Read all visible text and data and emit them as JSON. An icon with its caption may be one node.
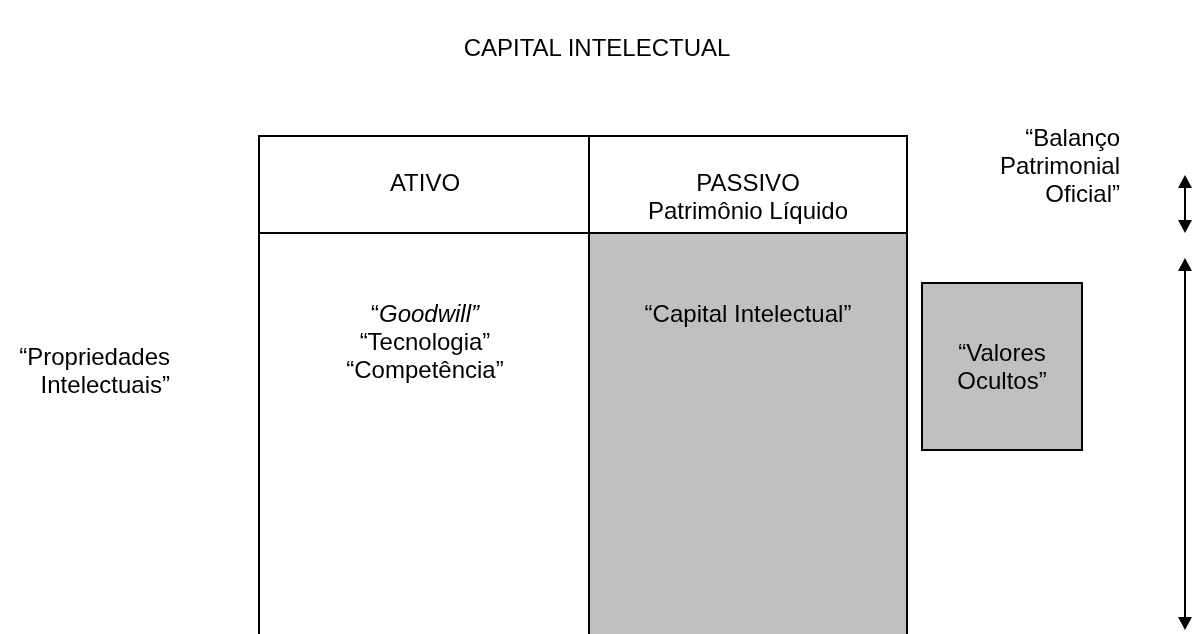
{
  "diagram": {
    "title": "CAPITAL INTELECTUAL",
    "nodes": [
      {
        "text": [
          "ATIVO"
        ]
      },
      {
        "text": [
          "PASSIVO",
          "Patrimônio Líquido"
        ]
      },
      {
        "text": [
          "“*Goodwill”*",
          "“Tecnologia”",
          "“Competência”"
        ]
      },
      {
        "text": [
          "“Capital Intelectual”"
        ]
      },
      {
        "text": [
          "“Valores Ocultos”"
        ]
      }
    ],
    "labels": [
      "“Balanço Patrimonial Oficial”",
      "“Propriedades Intelectuais”"
    ]
  }
}
